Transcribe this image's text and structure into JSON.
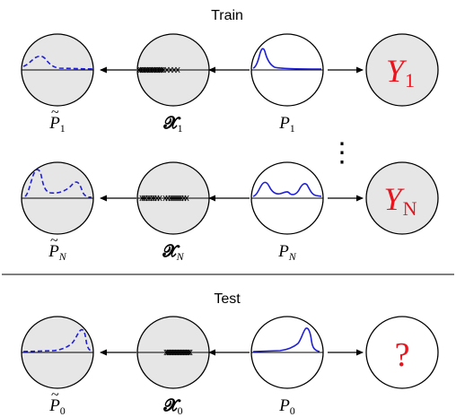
{
  "sections": {
    "train_label": "Train",
    "test_label": "Test"
  },
  "rows": [
    {
      "id": "row-1",
      "estimate_label": {
        "base": "P",
        "sub": "1"
      },
      "sample_label": {
        "base": "𝓧",
        "sub": "1"
      },
      "dist_label": {
        "base": "P",
        "sub": "1"
      },
      "target_label": {
        "base": "Y",
        "sub": "1"
      }
    },
    {
      "id": "row-n",
      "estimate_label": {
        "base": "P",
        "sub": "N"
      },
      "sample_label": {
        "base": "𝓧",
        "sub": "N"
      },
      "dist_label": {
        "base": "P",
        "sub": "N"
      },
      "target_label": {
        "base": "Y",
        "sub": "N"
      }
    },
    {
      "id": "row-0",
      "estimate_label": {
        "base": "P",
        "sub": "0"
      },
      "sample_label": {
        "base": "𝓧",
        "sub": "0"
      },
      "dist_label": {
        "base": "P",
        "sub": "0"
      },
      "target_label": {
        "base": "?",
        "sub": ""
      }
    }
  ],
  "ellipsis": "⋮",
  "colors": {
    "curve": "#1f1fd6",
    "target_text": "#e8141e",
    "target_fill": "#e6e6e6",
    "outline": "#000000"
  }
}
